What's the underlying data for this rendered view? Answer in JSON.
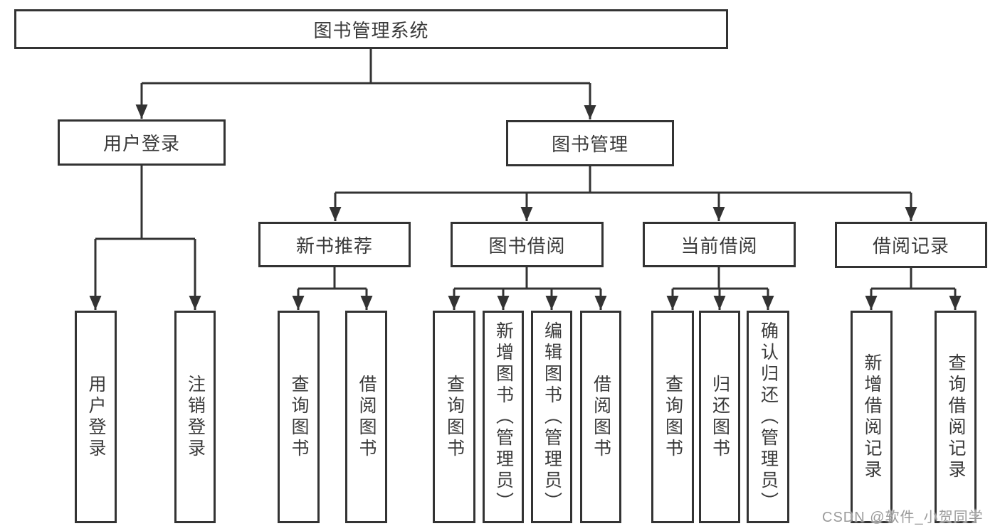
{
  "diagram": {
    "type": "tree",
    "colors": {
      "line": "#333333",
      "box_border": "#333333",
      "text": "#3a3a3a",
      "background": "#ffffff",
      "watermark_text_color": "#9b9b9b"
    },
    "tree": {
      "label": "图书管理系统",
      "children": [
        {
          "label": "用户登录",
          "children": [
            {
              "label": "用户登录"
            },
            {
              "label": "注销登录"
            }
          ]
        },
        {
          "label": "图书管理",
          "children": [
            {
              "label": "新书推荐",
              "children": [
                {
                  "label": "查询图书"
                },
                {
                  "label": "借阅图书"
                }
              ]
            },
            {
              "label": "图书借阅",
              "children": [
                {
                  "label": "查询图书"
                },
                {
                  "label": "新增图书（管理员）"
                },
                {
                  "label": "编辑图书（管理员）"
                },
                {
                  "label": "借阅图书"
                }
              ]
            },
            {
              "label": "当前借阅",
              "children": [
                {
                  "label": "查询图书"
                },
                {
                  "label": "归还图书"
                },
                {
                  "label": "确认归还（管理员）"
                }
              ]
            },
            {
              "label": "借阅记录",
              "children": [
                {
                  "label": "新增借阅记录"
                },
                {
                  "label": "查询借阅记录"
                }
              ]
            }
          ]
        }
      ]
    },
    "watermark": "CSDN @软件_小贺同学"
  }
}
